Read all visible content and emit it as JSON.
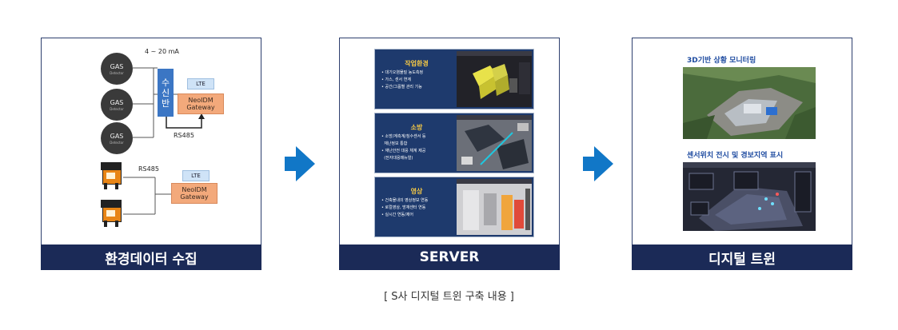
{
  "caption": "[ S사 디지털 트윈 구축 내용 ]",
  "panels": {
    "collect": {
      "label": "환경데이터 수집",
      "gas_sensor_title": "GAS",
      "gas_sensor_sub": "Detector",
      "current_label": "4 ~ 20 mA",
      "receiver": "수\n신\n반",
      "lte": "LTE",
      "gateway": "NeoIDM\nGateway",
      "rs485": "RS485"
    },
    "server": {
      "label": "SERVER",
      "blocks": [
        {
          "title": "작업환경",
          "lines": [
            "대기오염물질 농도측정",
            "가스, 센서 연계",
            "공간/그룹별 관리 기능"
          ]
        },
        {
          "title": "소방",
          "lines": [
            "소방/계측계/침수센서 등",
            "재난정보 통합",
            "재난안전 대응 체계 제공",
            "(전자대응매뉴얼)"
          ]
        },
        {
          "title": "영상",
          "lines": [
            "건축물내의 영상정보 연동",
            "로컬영상, 방재센터 연동",
            "실시간 연동/제어"
          ]
        }
      ]
    },
    "twin": {
      "label": "디지털 트윈",
      "img1_label": "3D기반 상황 모니터링",
      "img2_label": "센서위치 전시 및 경보지역 표시"
    }
  },
  "colors": {
    "navy": "#1b2a57",
    "arrow": "#1177c7",
    "gateway": "#f3a97b",
    "receiver": "#3b76c4",
    "lte": "#cfe3f7"
  }
}
